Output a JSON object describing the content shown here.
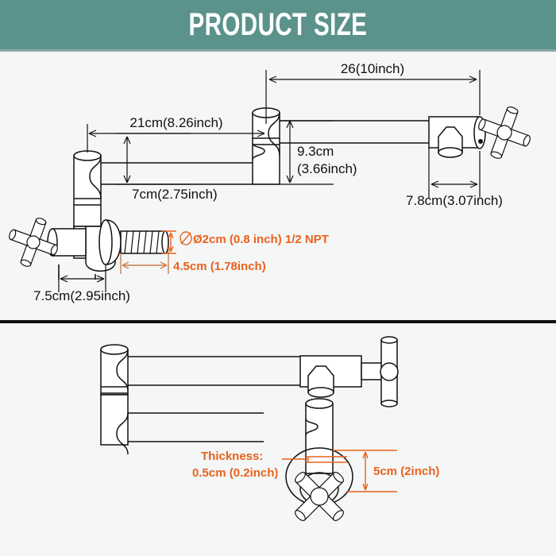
{
  "header": {
    "title": "PRODUCT SIZE",
    "bg_color": "#5b928b",
    "text_color": "#ffffff"
  },
  "colors": {
    "page_background": "#f5f6f6",
    "line": "#111111",
    "orange_dimension": "#e8621d",
    "teal_header": "#5b928b",
    "divider": "#111111"
  },
  "diagrams": [
    {
      "name": "top-view-extended",
      "description": "Pot filler faucet shown extended, side elevation with dimension callouts"
    },
    {
      "name": "bottom-view-folded",
      "description": "Pot filler faucet shown folded, with thickness and handle dimensions"
    }
  ],
  "top_dimensions": {
    "arm_upper": "26(10inch)",
    "arm_lower": "21cm(8.26inch)",
    "height_offset": "9.3cm\n(3.66inch)",
    "height_offset_line1": "9.3cm",
    "height_offset_line2": "(3.66inch)",
    "drop": "7cm(2.75inch)",
    "spout_width": "7.8cm(3.07inch)",
    "inlet_diameter": "Ø2cm (0.8 inch) 1/2 NPT",
    "thread_length": "4.5cm (1.78inch)",
    "base_width": "7.5cm(2.95inch)"
  },
  "bottom_dimensions": {
    "thickness_line1": "Thickness:",
    "thickness_line2": "0.5cm (0.2inch)",
    "handle_height": "5cm (2inch)"
  }
}
